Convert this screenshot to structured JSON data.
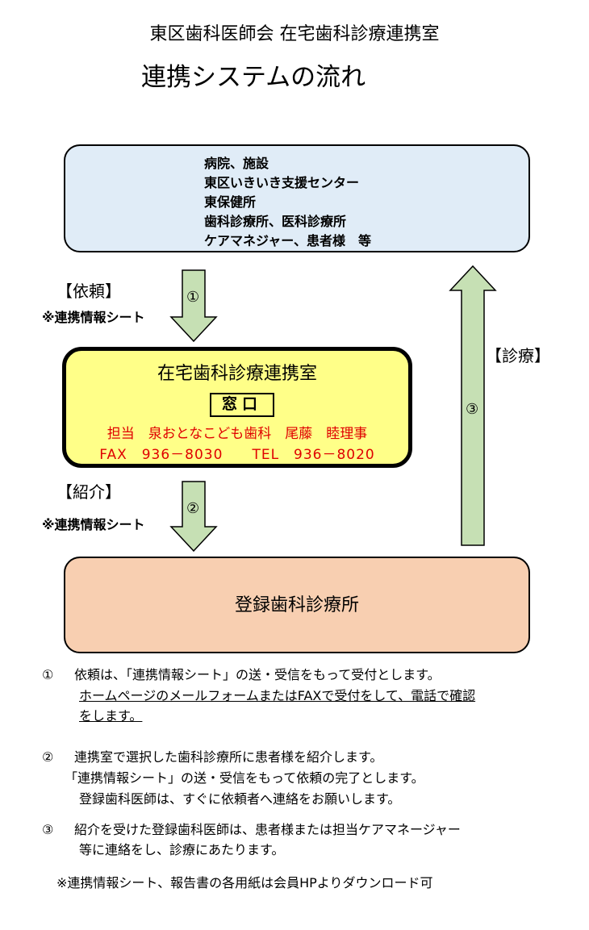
{
  "title": "東区歯科医師会 在宅歯科診療連携室",
  "subtitle": "連携システムの流れ",
  "top_box": {
    "lines": [
      "病院、施設",
      "東区いきいき支援センター",
      "東保健所",
      "歯科診療所、医科診療所",
      "ケアマネジャー、患者様　等"
    ]
  },
  "request": {
    "label": "【依頼】",
    "note": "※連携情報シート",
    "num": "①"
  },
  "middle_box": {
    "title": "在宅歯科診療連携室",
    "window": "窓口",
    "contact": "担当　泉おとなこども歯科　尾藤　睦理事",
    "phone": "FAX　936－8030　　TEL　936－8020"
  },
  "introduce": {
    "label": "【紹介】",
    "note": "※連携情報シート",
    "num": "②"
  },
  "treat": {
    "label": "【診療】",
    "num": "③"
  },
  "bottom_box": {
    "title": "登録歯科診療所"
  },
  "colors": {
    "arrow_fill": "#c6e0b4",
    "top_box": "#e0ecf7",
    "mid_box": "#ffff88",
    "bottom_box": "#f8cfb1",
    "red": "#e00000"
  },
  "notes": {
    "n1": {
      "num": "①",
      "line1": "依頼は、「連携情報シート」の送・受信をもって受付とします。",
      "line2": "ホームページのメールフォームまたはFAXで受付をして、電話で確認",
      "line3": "をします。"
    },
    "n2": {
      "num": "②",
      "line1": "連携室で選択した歯科診療所に患者様を紹介します。",
      "line2": "「連携情報シート」の送・受信をもって依頼の完了とします。",
      "line3": "登録歯科医師は、すぐに依頼者へ連絡をお願いします。"
    },
    "n3": {
      "num": "③",
      "line1": "紹介を受けた登録歯科医師は、患者様または担当ケアマネージャー",
      "line2": "等に連絡をし、診療にあたります。"
    },
    "footer": "※連携情報シート、報告書の各用紙は会員HPよりダウンロード可"
  }
}
